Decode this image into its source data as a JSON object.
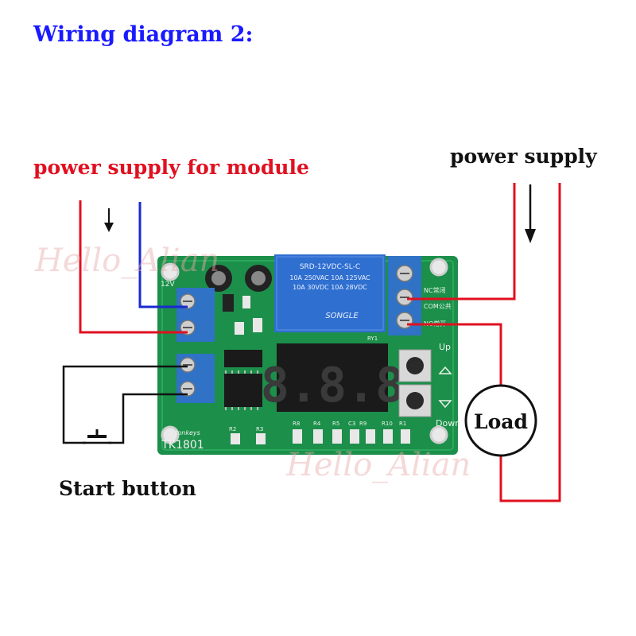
{
  "title": "Wiring diagram 2:",
  "labels": {
    "module_power": "power supply for module",
    "power_supply": "power supply",
    "start_button": "Start button",
    "load": "Load"
  },
  "watermark": "Hello_Alian",
  "board": {
    "model": "TK1801",
    "brand": "tonkeys",
    "relay_text": [
      "SRD-12VDC-SL-C",
      "10A 250VAC  10A 125VAC",
      "10A 30VDC  10A 28VDC",
      "SONGLE"
    ],
    "terminals": [
      "NC常闭",
      "COM公共",
      "NO常开"
    ],
    "button_labels": [
      "Up",
      "Down"
    ],
    "silk": [
      "R8",
      "R4",
      "R5",
      "C3",
      "R9",
      "R10",
      "R1",
      "R2",
      "R3",
      "RY1",
      "12V"
    ],
    "display": "8.8.8"
  },
  "colors": {
    "title": "#1a1aff",
    "wire_red": "#e01020",
    "wire_blue": "#1a2ad0",
    "wire_black": "#111111",
    "pcb": "#1c8f4a",
    "terminal": "#2f72c6"
  }
}
